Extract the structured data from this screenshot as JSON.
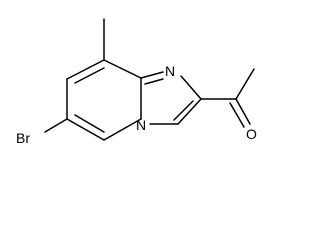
{
  "molecule": {
    "atoms": {
      "bromine": "Br",
      "ring_nitrogen_top": "N",
      "ring_nitrogen_bridge": "N",
      "carbonyl_oxygen": "O"
    }
  }
}
